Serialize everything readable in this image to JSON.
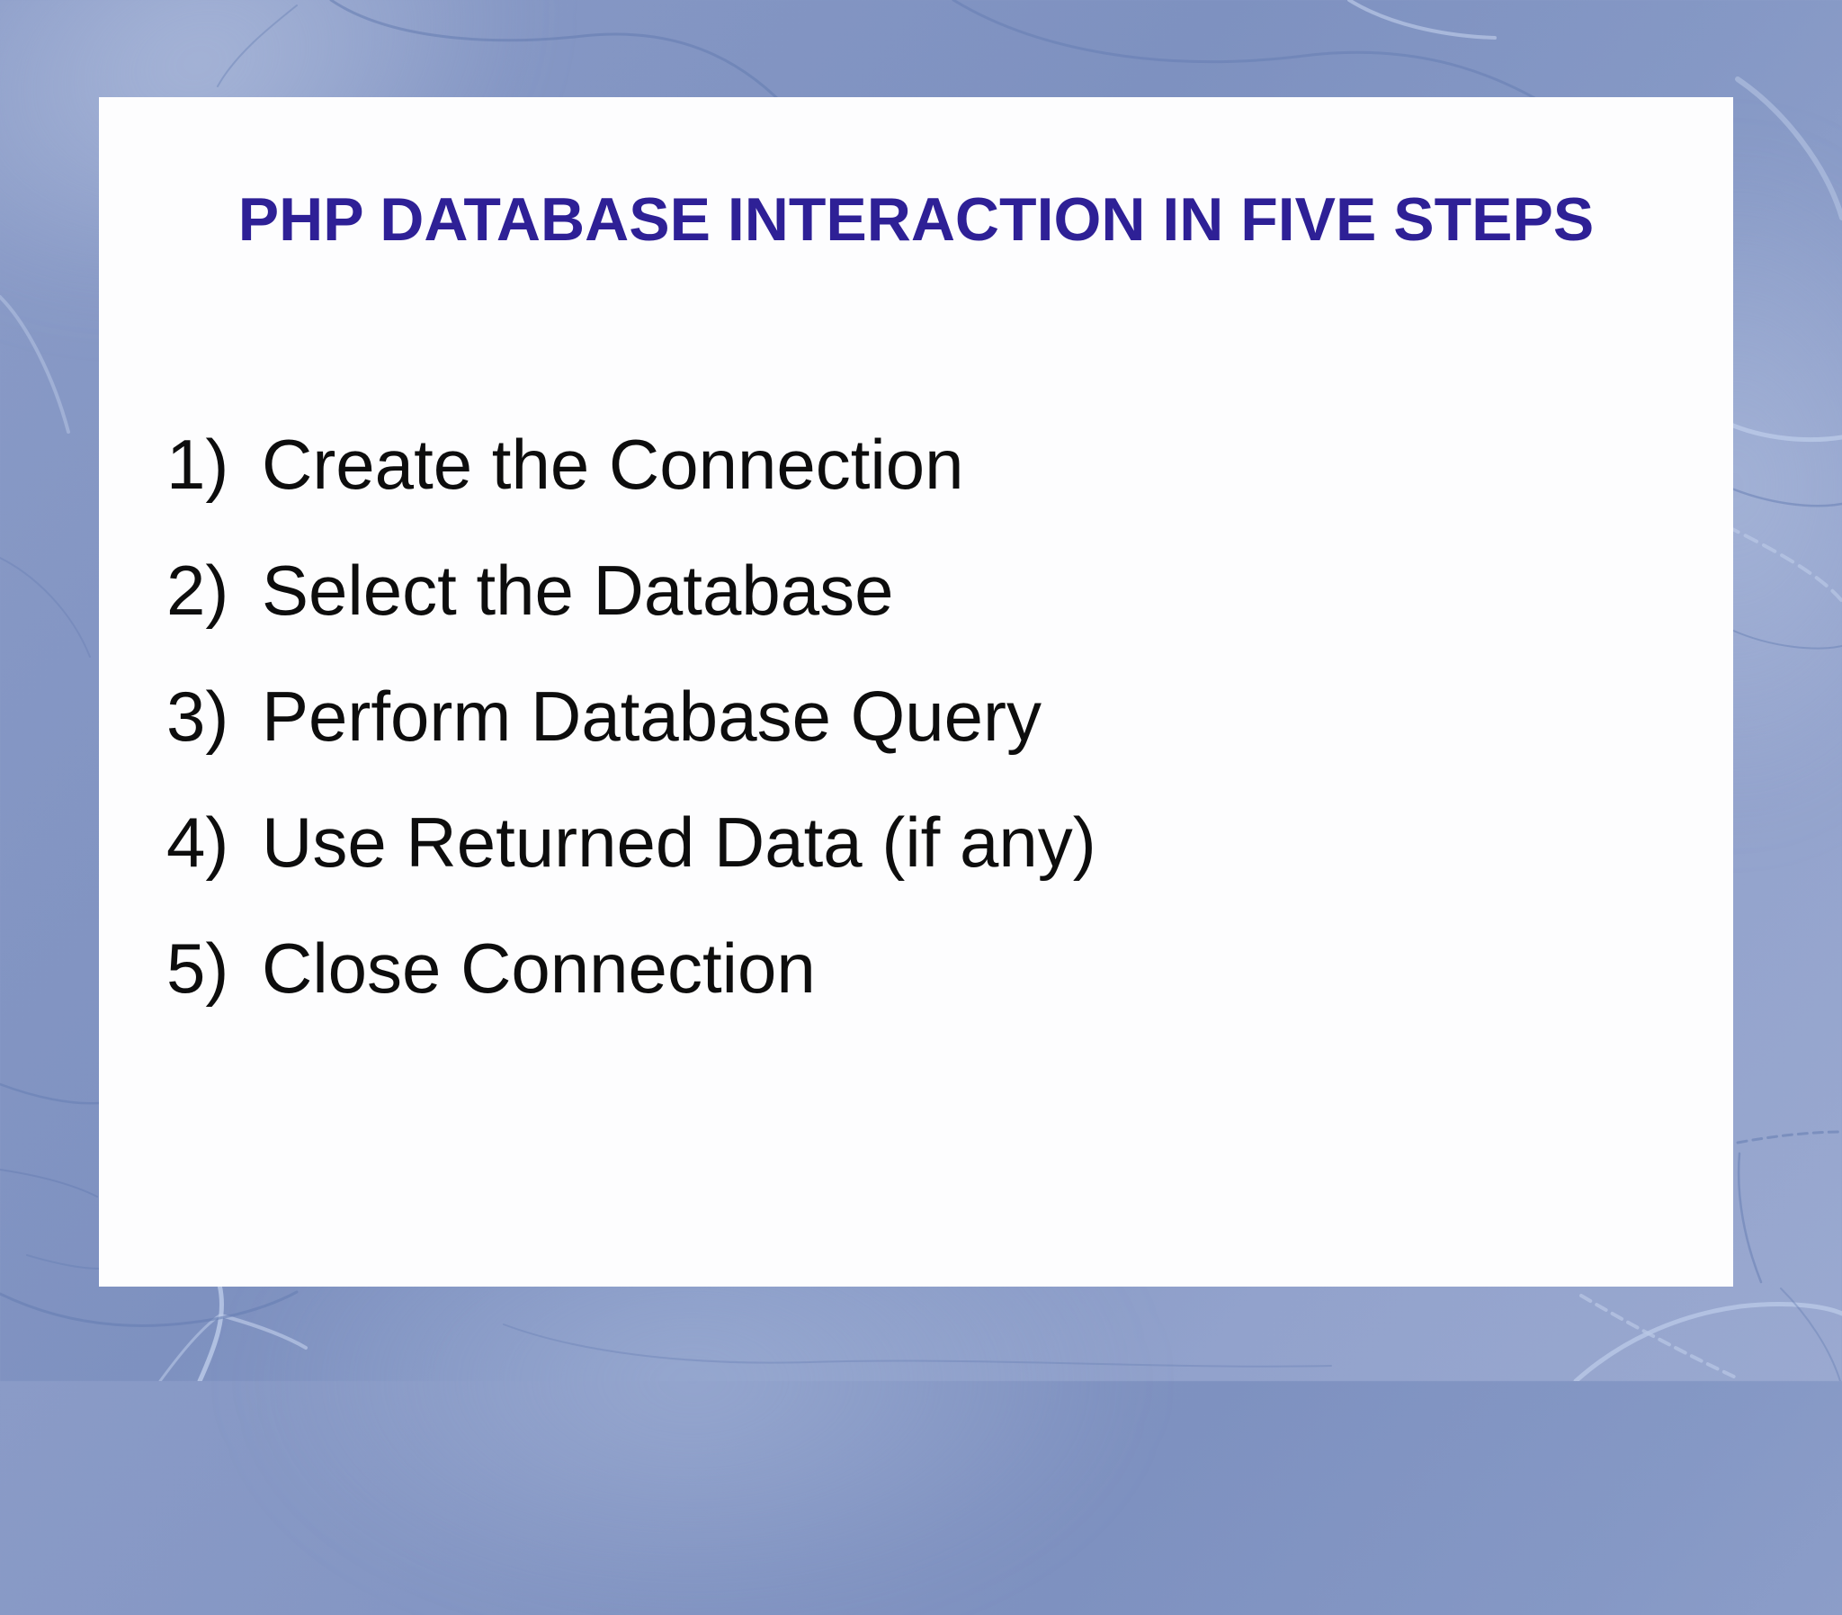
{
  "slide": {
    "title": "PHP DATABASE INTERACTION IN FIVE STEPS",
    "steps": [
      {
        "num": "1)",
        "label": "Create the Connection"
      },
      {
        "num": "2)",
        "label": "Select the Database"
      },
      {
        "num": "3)",
        "label": "Perform Database Query"
      },
      {
        "num": "4)",
        "label": "Use Returned Data (if any)"
      },
      {
        "num": "5)",
        "label": "Close Connection"
      }
    ],
    "colors": {
      "title_text": "#2e2096",
      "body_text": "#0d0d0d",
      "card_background": "#fdfdfe",
      "background_base": "#8095c3",
      "vein_light": "#b9c8e6",
      "vein_dark": "#647cb1"
    }
  }
}
